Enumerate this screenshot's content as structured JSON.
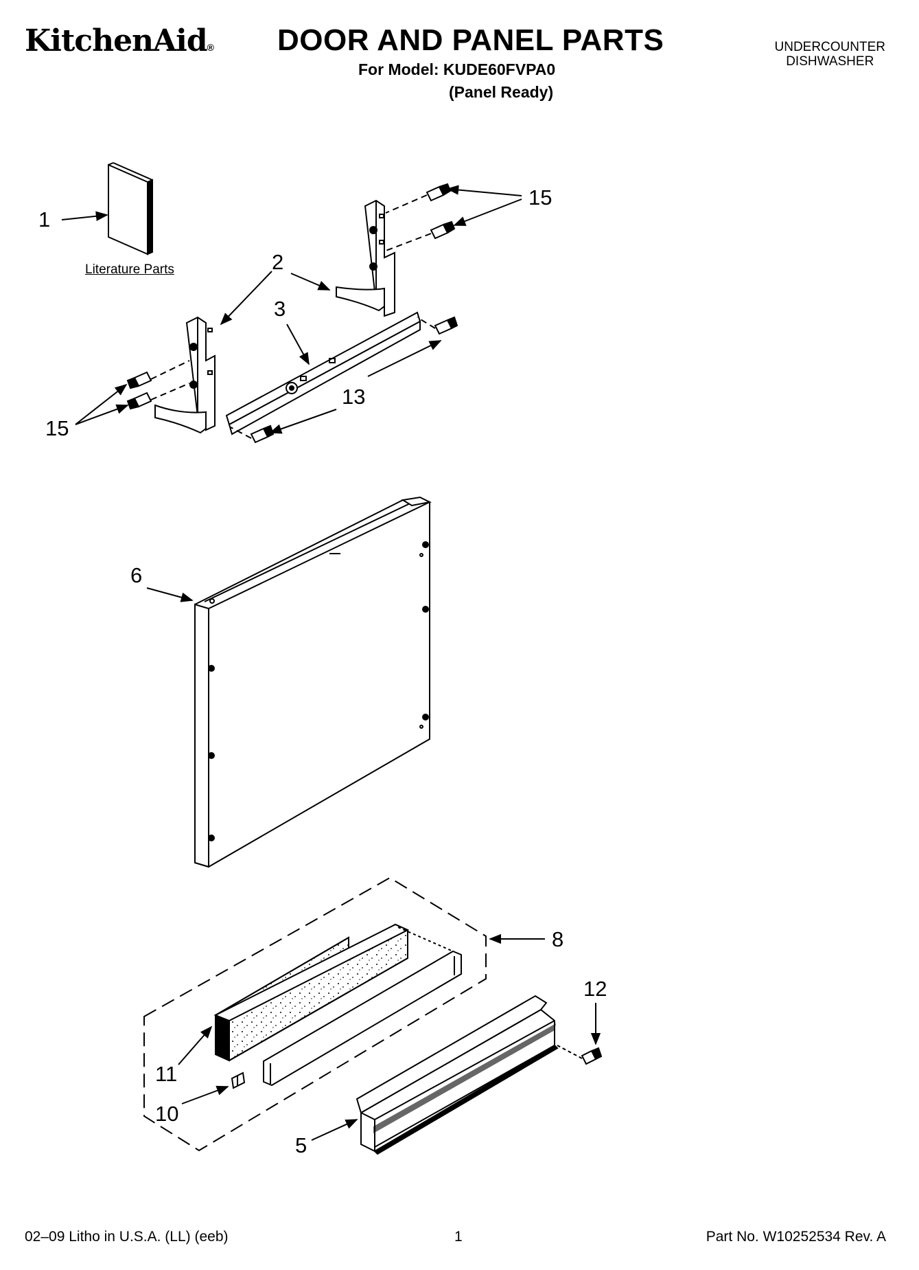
{
  "header": {
    "brand": "KitchenAid",
    "brand_mark": "®",
    "title": "DOOR AND PANEL PARTS",
    "model_line": "For Model: KUDE60FVPA0",
    "variant": "(Panel Ready)",
    "appliance_line1": "UNDERCOUNTER",
    "appliance_line2": "DISHWASHER"
  },
  "diagram": {
    "literature_label": "Literature Parts",
    "callouts": [
      "1",
      "2",
      "3",
      "15",
      "15",
      "13",
      "6",
      "8",
      "11",
      "10",
      "12",
      "5"
    ]
  },
  "footer": {
    "print_info": "02–09 Litho in U.S.A. (LL) (eeb)",
    "page_number": "1",
    "part_number": "Part No. W10252534 Rev. A"
  }
}
